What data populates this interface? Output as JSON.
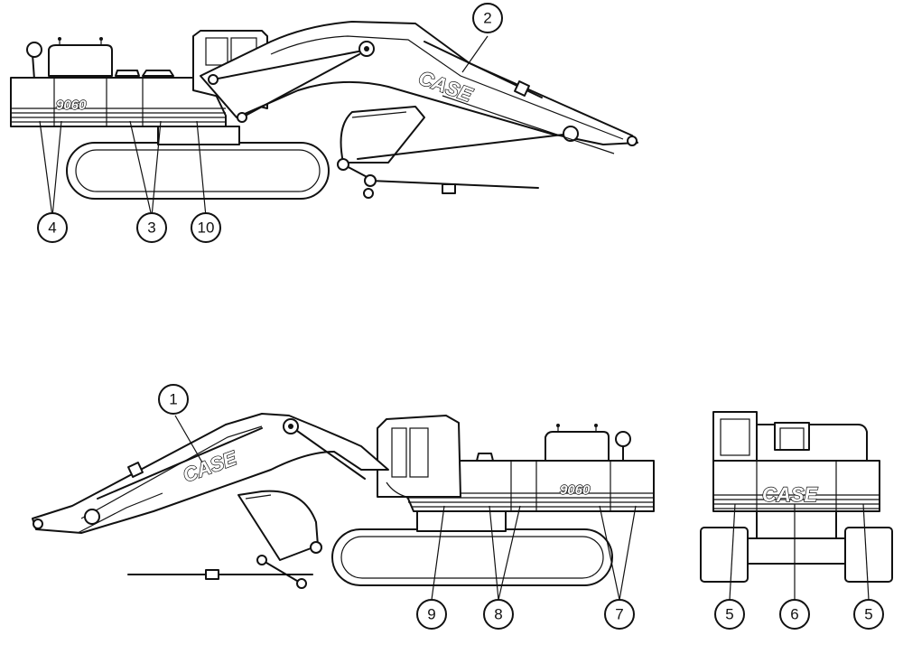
{
  "decals": {
    "case": "CASE",
    "model": "9060"
  },
  "callouts": {
    "c1": "1",
    "c2": "2",
    "c3": "3",
    "c4": "4",
    "c5a": "5",
    "c5b": "5",
    "c6": "6",
    "c7": "7",
    "c8": "8",
    "c9": "9",
    "c10": "10"
  }
}
